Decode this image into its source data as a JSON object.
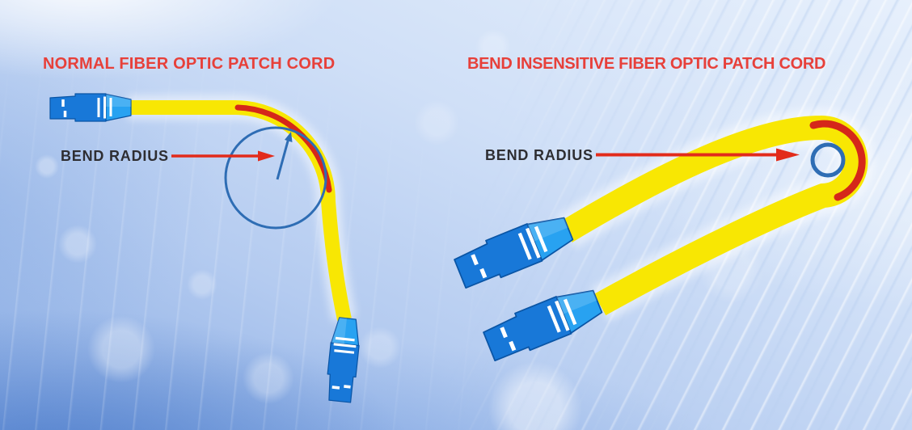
{
  "left_panel": {
    "title": "NORMAL FIBER OPTIC PATCH CORD",
    "bend_radius_label": "BEND RADIUS"
  },
  "right_panel": {
    "title": "BEND INSENSITIVE FIBER OPTIC PATCH CORD",
    "bend_radius_label": "BEND RADIUS"
  },
  "colors": {
    "title_red": "#E7403A",
    "label_dark": "#2E2E32",
    "arrow_red": "#E22B1B",
    "bend_arc_red": "#D5271A",
    "cable_yellow": "#F8E703",
    "connector_body_blue": "#1878D8",
    "connector_boot_blue": "#28A2F1",
    "connector_outline_blue": "#0A55A5",
    "connector_stripe_white": "#FFFFFF",
    "radius_circle_blue": "#2E6DB4"
  }
}
